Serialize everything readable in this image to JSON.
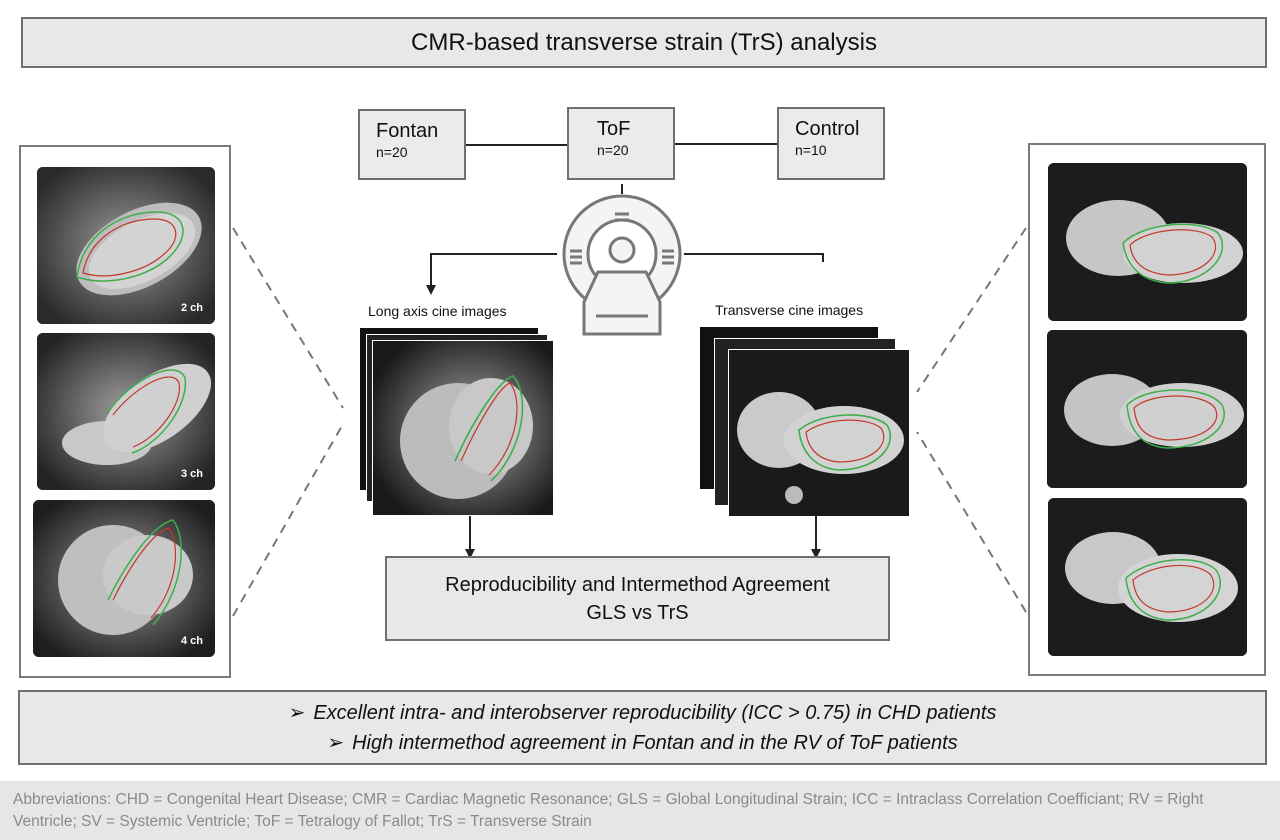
{
  "title": "CMR-based transverse strain (TrS) analysis",
  "groups": [
    {
      "name": "Fontan",
      "n": "n=20"
    },
    {
      "name": "ToF",
      "n": "n=20"
    },
    {
      "name": "Control",
      "n": "n=10"
    }
  ],
  "left_labels": [
    "2 ch",
    "3 ch",
    "4 ch"
  ],
  "long_axis_caption": "Long axis cine images",
  "transverse_caption": "Transverse cine images",
  "result": {
    "line1": "Reproducibility and Intermethod Agreement",
    "line2": "GLS vs TrS"
  },
  "conclusions": [
    "Excellent intra- and interobserver reproducibility (ICC > 0.75) in CHD patients",
    "High intermethod agreement in Fontan and in the RV of ToF patients"
  ],
  "bullet_glyph": "➢",
  "abbreviations": "Abbreviations: CHD = Congenital Heart Disease; CMR = Cardiac Magnetic Resonance; GLS = Global Longitudinal Strain; ICC = Intraclass Correlation Coefficiant; RV = Right Ventricle; SV = Systemic Ventricle; ToF = Tetralogy of Fallot; TrS = Transverse Strain",
  "icons": {
    "scanner": "mri-scanner-icon"
  },
  "colors": {
    "box_fill": "#e8e8e8",
    "border": "#6f6f6f",
    "contour_green": "#3fae4a",
    "contour_red": "#c0392b"
  }
}
